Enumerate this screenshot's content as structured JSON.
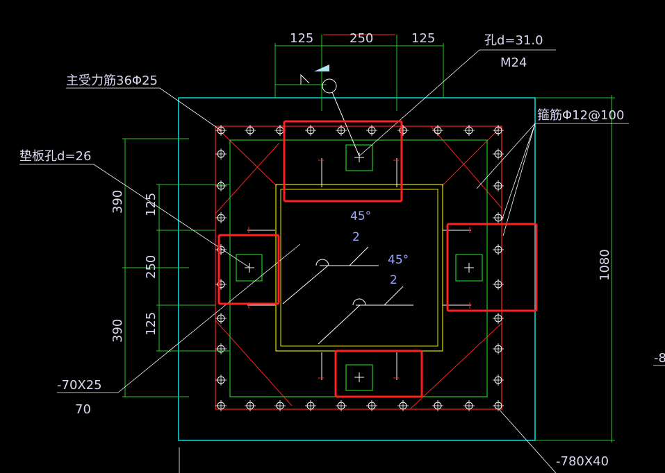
{
  "colors": {
    "background": "#000000",
    "outline": "#00e6e6",
    "rebar": "#ff2020",
    "green": "#22cc22",
    "yellow": "#e6e600",
    "white": "#ffffff",
    "text": "#d8d8f0",
    "highlight": "#ff2020"
  },
  "labels": {
    "main_rebar": "主受力筋36Φ25",
    "stirrup": "箍筋Φ12@100",
    "hole": "孔d=31.0",
    "bolt": "M24",
    "washer_hole": "垫板孔d=26",
    "washer_size": "-70X25",
    "washer_width": "70",
    "base_plate": "-780X40",
    "angle1": "45°",
    "weld1": "2",
    "angle2": "45°",
    "weld2": "2",
    "cut_edge": "-8"
  },
  "dims_top": [
    "125",
    "250",
    "125"
  ],
  "dims_left": {
    "outer": [
      "390",
      "390"
    ],
    "inner": [
      "125",
      "250",
      "125"
    ]
  },
  "dims_right": "1080"
}
